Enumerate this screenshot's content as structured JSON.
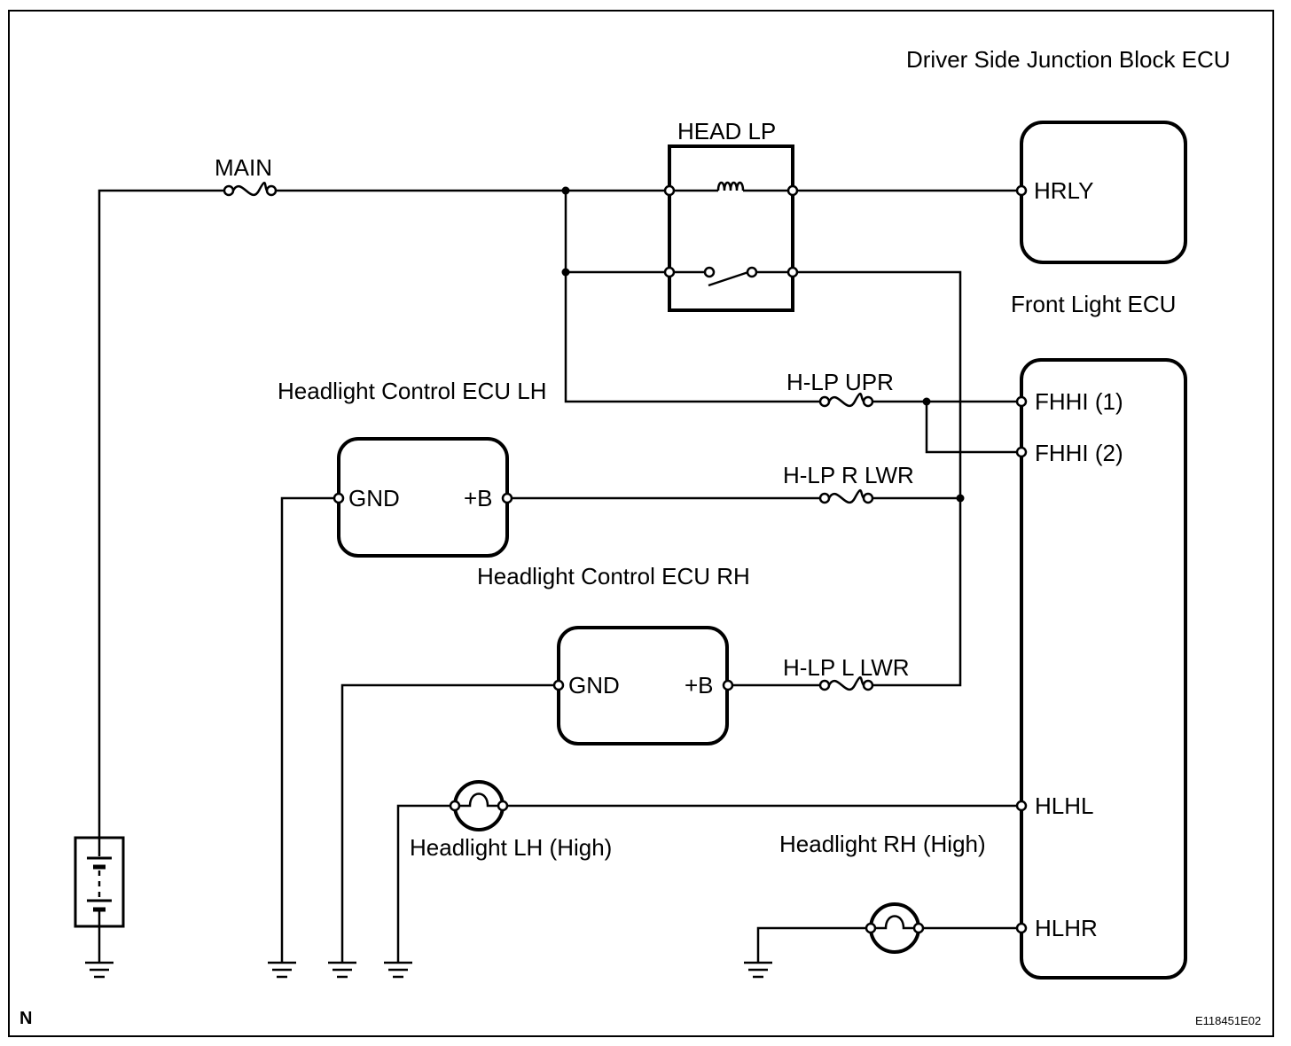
{
  "title": "Driver Side Junction Block ECU",
  "relay": {
    "label": "HEAD LP"
  },
  "fuses": {
    "main": "MAIN",
    "upr": "H-LP UPR",
    "rlwr": "H-LP R LWR",
    "llwr": "H-LP L LWR"
  },
  "driver_ecu": {
    "terminal": "HRLY"
  },
  "front_light_ecu": {
    "label": "Front Light ECU",
    "terminals": [
      "FHHI (1)",
      "FHHI (2)",
      "HLHL",
      "HLHR"
    ]
  },
  "headlight_control_lh": {
    "label": "Headlight Control ECU LH",
    "gnd": "GND",
    "b": "+B"
  },
  "headlight_control_rh": {
    "label": "Headlight Control ECU RH",
    "gnd": "GND",
    "b": "+B"
  },
  "lamps": {
    "lh": "Headlight LH (High)",
    "rh": "Headlight RH (High)"
  },
  "corner_left": "N",
  "corner_right": "E118451E02"
}
